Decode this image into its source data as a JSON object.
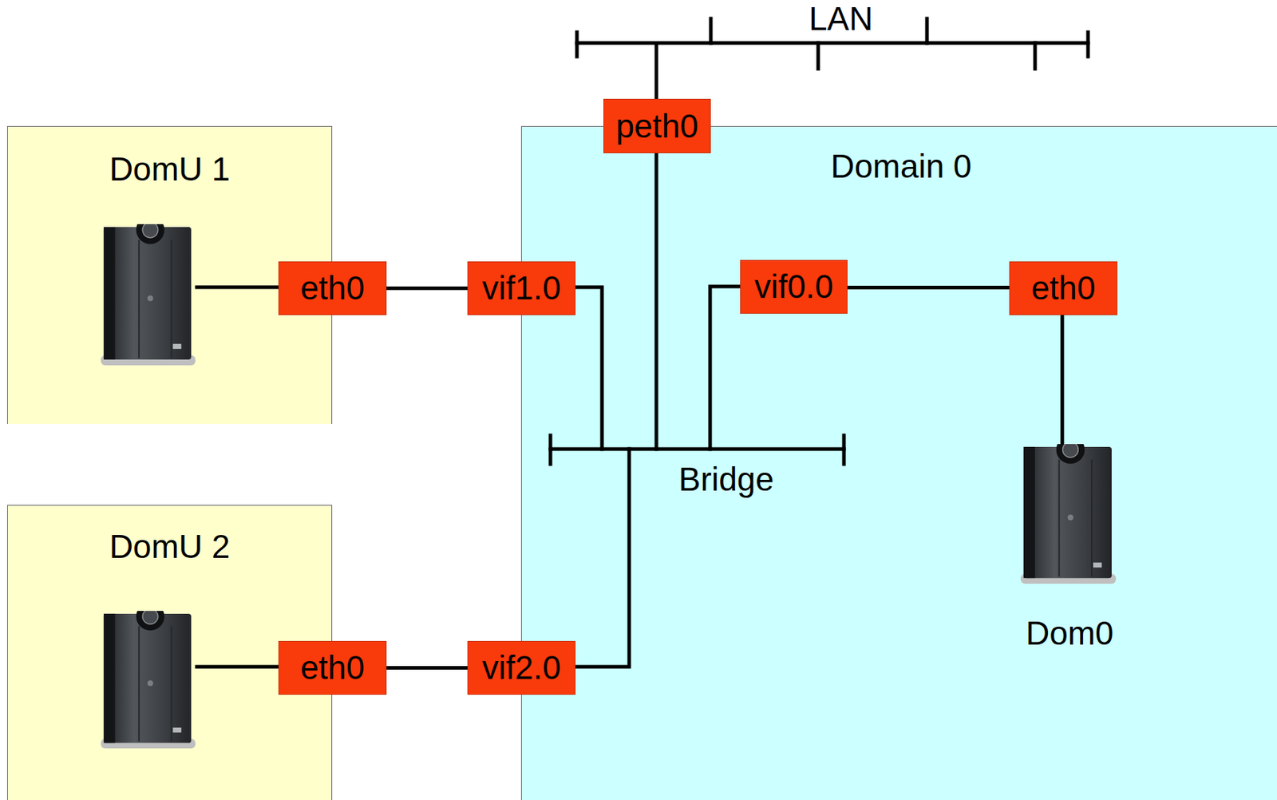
{
  "diagram": {
    "nodes": [
      {
        "text": [
          "DomU 1"
        ]
      },
      {
        "text": [
          "eth0"
        ],
        "in": 0
      },
      {
        "text": [
          "Domain 0"
        ]
      },
      {
        "text": [
          "peth0"
        ],
        "in": 2
      },
      {
        "text": [
          "vif1.0"
        ],
        "in": 2
      },
      {
        "text": [
          "vif0.0"
        ],
        "in": 2
      },
      {
        "text": [
          "eth0"
        ],
        "in": 2
      },
      {
        "text": [
          "DomU 2"
        ]
      },
      {
        "text": [
          "eth0"
        ],
        "in": 7
      },
      {
        "text": [
          "vif2.0"
        ],
        "in": 2
      }
    ],
    "edges": [
      {
        "from": 1,
        "to": 4,
        "arrow": "none"
      },
      {
        "from": 5,
        "to": 6,
        "arrow": "none"
      },
      {
        "from": 8,
        "to": 9,
        "arrow": "none"
      }
    ],
    "labels": [
      "LAN",
      "Bridge",
      "Dom0"
    ]
  }
}
